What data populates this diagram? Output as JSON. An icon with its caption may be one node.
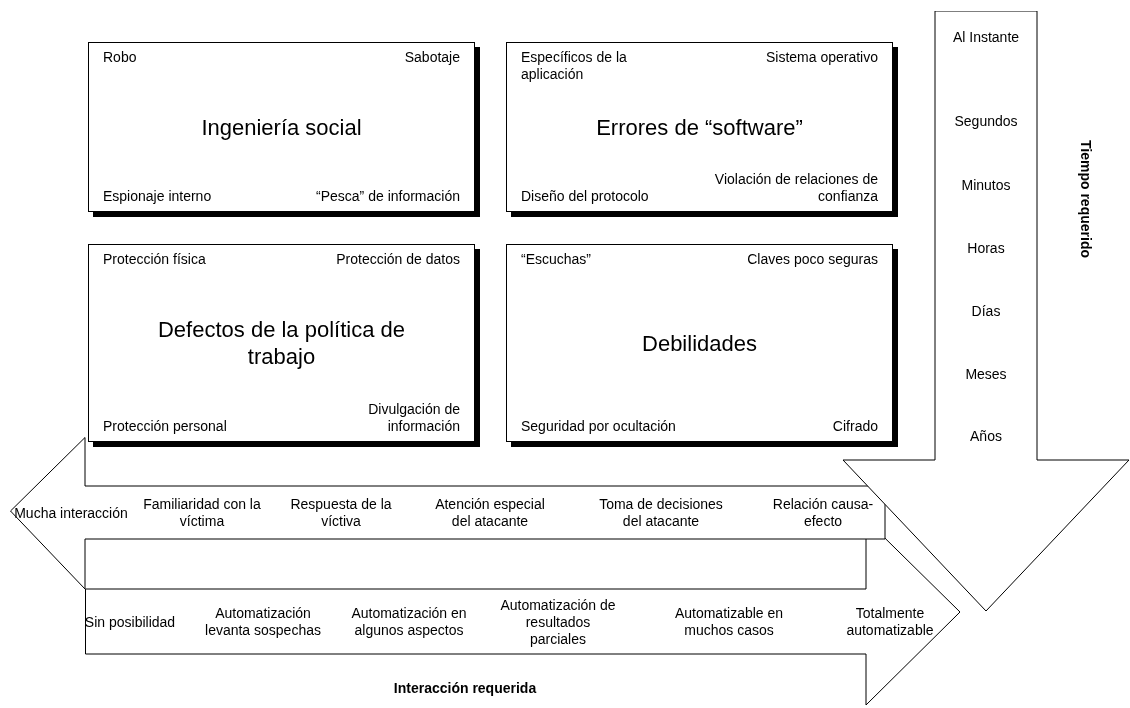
{
  "diagram": {
    "nodes": [
      {
        "text": [
          "Ingeniería social",
          "Robo",
          "Sabotaje",
          "Espionaje interno",
          "“Pesca” de información"
        ]
      },
      {
        "text": [
          "Errores de “software”",
          "Específicos de la aplicación",
          "Sistema operativo",
          "Diseño del protocolo",
          "Violación de relaciones de confianza"
        ]
      },
      {
        "text": [
          "Defectos de la política de trabajo",
          "Protección física",
          "Protección de datos",
          "Protección personal",
          "Divulgación de información"
        ]
      },
      {
        "text": [
          "Debilidades",
          "“Escuchas”",
          "Claves poco seguras",
          "Seguridad por ocultación",
          "Cifrado"
        ]
      },
      {
        "text": [
          "Al Instante",
          "Segundos",
          "Minutos",
          "Horas",
          "Días",
          "Meses",
          "Años"
        ],
        "beside": [
          "Tiempo requerido"
        ]
      },
      {
        "text": [
          "Mucha interacción",
          "Familiaridad con la víctima",
          "Respuesta de la víctiva",
          "Atención especial del atacante",
          "Toma de decisiones del atacante",
          "Relación causa-efecto"
        ]
      },
      {
        "text": [
          "Sin posibilidad",
          "Automatización levanta sospechas",
          "Automatización en algunos aspectos",
          "Automatización de resultados parciales",
          "Automatizable en muchos casos",
          "Totalmente automatizable"
        ],
        "beside": [
          "Interacción requerida"
        ]
      }
    ],
    "edges": []
  }
}
